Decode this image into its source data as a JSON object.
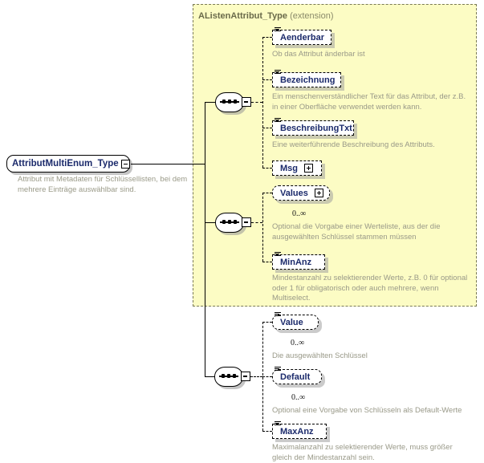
{
  "diagram": {
    "title": "XML Schema element diagram",
    "root": {
      "name": "AttributMultiEnum_Type",
      "annotation": "Attribut mit Metadaten für Schlüssellisten, bei dem mehrere Einträge auswählbar sind.",
      "toggle": "collapse-minus-icon"
    },
    "extension": {
      "base": "AListenAttribut_Type",
      "kind": "(extension)",
      "accent": "#fcfcc4",
      "border": "#7a7a55"
    },
    "groups": [
      {
        "name": "sequence-extension-upper",
        "compositor": "sequence",
        "inside_extension": true,
        "elements": [
          {
            "name": "Aenderbar",
            "occurs": "",
            "expandable": false,
            "repeating": false,
            "annotation": "Ob das Attribut änderbar ist"
          },
          {
            "name": "Bezeichnung",
            "occurs": "",
            "expandable": false,
            "repeating": false,
            "annotation": "Ein menschenverständlicher Text für das Attribut, der z.B. in einer Oberfläche verwendet werden kann."
          },
          {
            "name": "BeschreibungTxt",
            "occurs": "",
            "expandable": false,
            "repeating": false,
            "annotation": "Eine weiterführende Beschreibung des Attributs."
          },
          {
            "name": "Msg",
            "occurs": "",
            "expandable": true,
            "repeating": false,
            "annotation": ""
          }
        ]
      },
      {
        "name": "sequence-extension-lower",
        "compositor": "sequence",
        "inside_extension": true,
        "elements": [
          {
            "name": "Values",
            "occurs": "0..∞",
            "expandable": true,
            "repeating": true,
            "annotation": "Optional die Vorgabe einer Werteliste, aus der die ausgewählten Schlüssel stammen müssen"
          },
          {
            "name": "MinAnz",
            "occurs": "",
            "expandable": false,
            "repeating": false,
            "annotation": "Mindestanzahl zu selektierender Werte, z.B. 0 für optional oder 1 für obligatorisch oder auch mehrere, wenn Multiselect."
          }
        ]
      },
      {
        "name": "sequence-own",
        "compositor": "sequence",
        "inside_extension": false,
        "elements": [
          {
            "name": "Value",
            "occurs": "0..∞",
            "expandable": false,
            "repeating": true,
            "annotation": "Die ausgewählten Schlüssel"
          },
          {
            "name": "Default",
            "occurs": "0..∞",
            "expandable": false,
            "repeating": true,
            "annotation": "Optional eine Vorgabe von Schlüsseln als Default-Werte"
          },
          {
            "name": "MaxAnz",
            "occurs": "",
            "expandable": false,
            "repeating": false,
            "annotation": "Maximalanzahl zu selektierender Werte, muss größer gleich der Mindestanzahl sein."
          }
        ]
      }
    ]
  }
}
